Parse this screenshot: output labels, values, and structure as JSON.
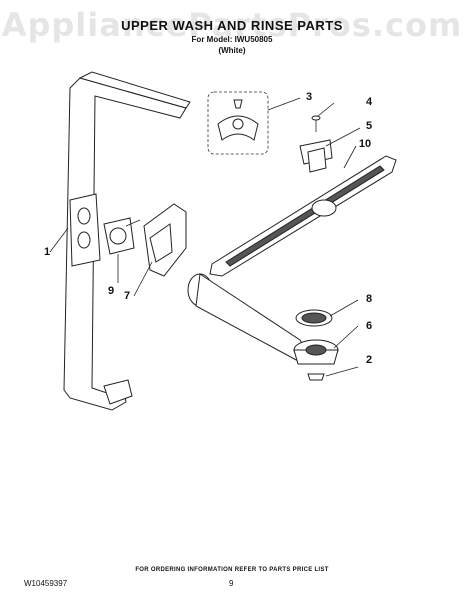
{
  "header": {
    "watermark": "AppliancePartsPros.com",
    "title": "UPPER WASH AND RINSE PARTS",
    "model_line": "For Model: IWU50805",
    "color_line": "(White)"
  },
  "callouts": [
    "1",
    "2",
    "3",
    "4",
    "5",
    "6",
    "7",
    "8",
    "9",
    "10"
  ],
  "footer": {
    "ordering_note": "FOR ORDERING INFORMATION REFER TO PARTS PRICE LIST",
    "doc_number": "W10459397",
    "page_number": "9"
  }
}
